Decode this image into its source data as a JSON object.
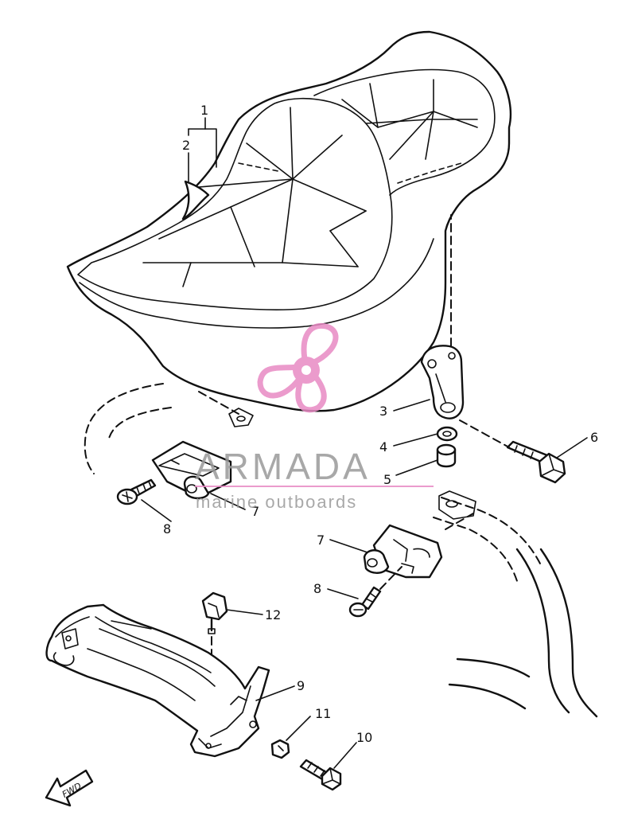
{
  "callouts": {
    "c1": "1",
    "c2": "2",
    "c3": "3",
    "c4": "4",
    "c5": "5",
    "c6": "6",
    "c7a": "7",
    "c7b": "7",
    "c8a": "8",
    "c8b": "8",
    "c9": "9",
    "c10": "10",
    "c11": "11",
    "c12": "12"
  },
  "watermark": {
    "brand": "ARMADA",
    "tagline": "marine outboards",
    "brand_color": "#999999",
    "logo_color": "#e88ac4"
  },
  "fwd_arrow": {
    "label": "FWD"
  }
}
